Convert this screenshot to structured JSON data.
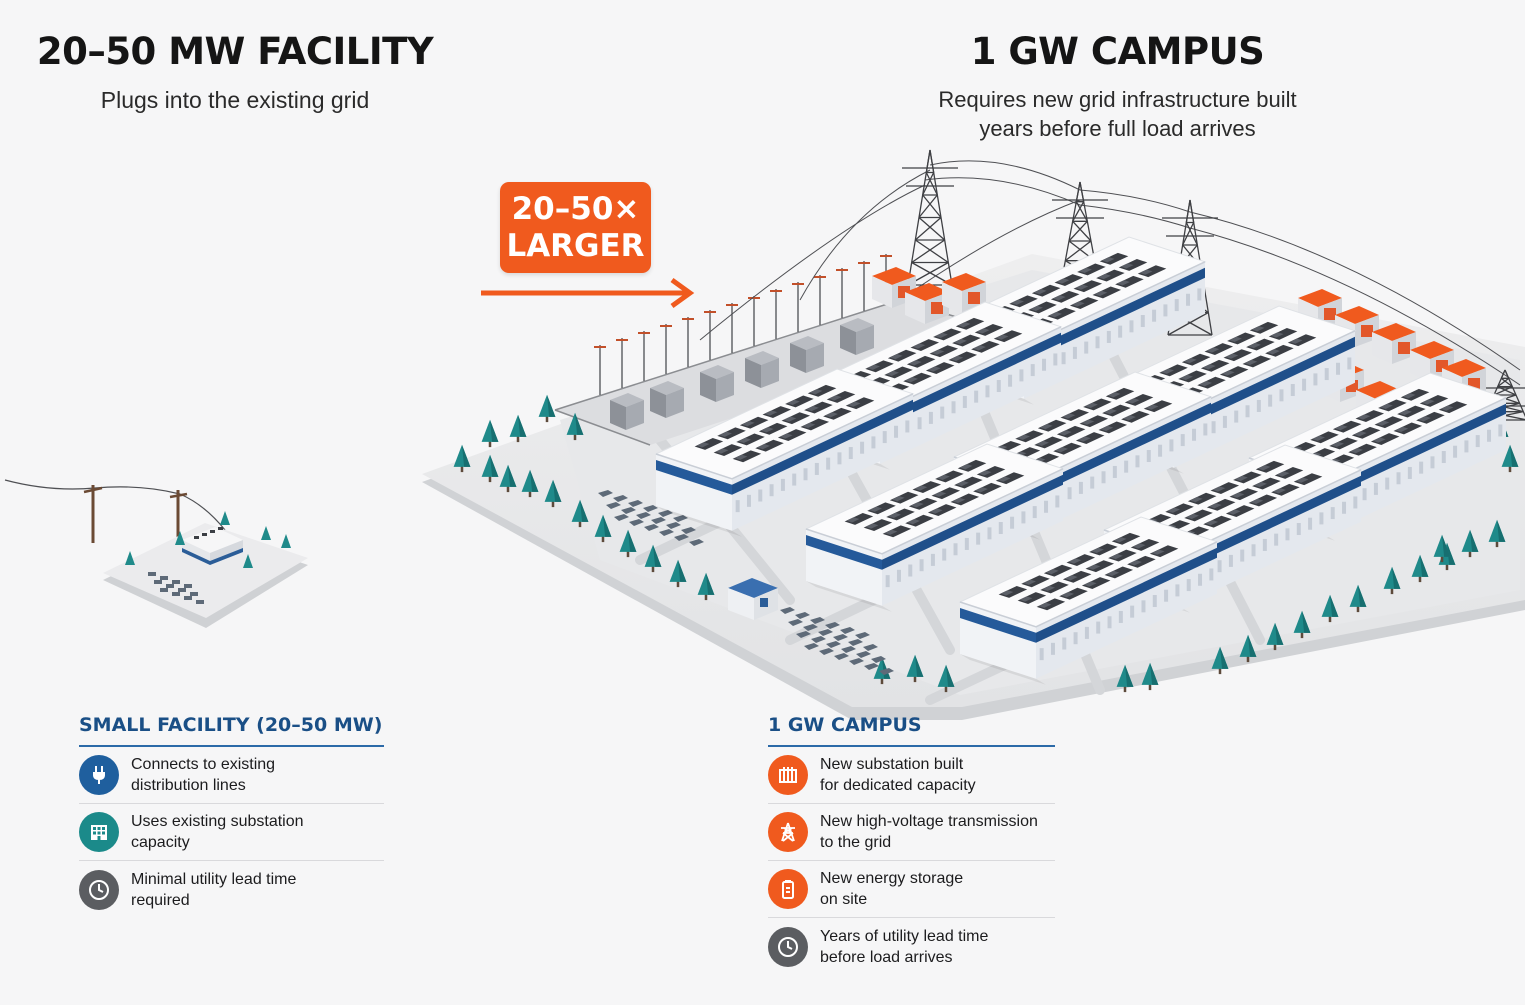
{
  "left": {
    "title": "20–50 MW FACILITY",
    "subtitle": "Plugs into the existing grid"
  },
  "right": {
    "title": "1 GW CAMPUS",
    "subtitle_line1": "Requires new grid infrastructure built",
    "subtitle_line2": "years before full load arrives"
  },
  "badge": {
    "line1": "20–50×",
    "line2": "LARGER"
  },
  "small_panel": {
    "title": "SMALL FACILITY (20–50 MW)",
    "items": [
      {
        "line1": "Connects to existing",
        "line2": "distribution lines",
        "icon": "plug-icon",
        "color": "#1f5f9e"
      },
      {
        "line1": "Uses existing substation",
        "line2": "capacity",
        "icon": "building-icon",
        "color": "#1b8a8a"
      },
      {
        "line1": "Minimal utility lead time",
        "line2": "required",
        "icon": "clock-icon",
        "color": "#5b5d61"
      }
    ]
  },
  "campus_panel": {
    "title": "1 GW CAMPUS",
    "items": [
      {
        "line1": "New substation built",
        "line2": "for dedicated capacity",
        "icon": "substation-icon",
        "color": "#f05a1e"
      },
      {
        "line1": "New high-voltage transmission",
        "line2": "to the grid",
        "icon": "transmission-tower-icon",
        "color": "#f05a1e"
      },
      {
        "line1": "New energy storage",
        "line2": "on site",
        "icon": "battery-icon",
        "color": "#f05a1e"
      },
      {
        "line1": "Years of utility lead time",
        "line2": "before load arrives",
        "icon": "clock-icon",
        "color": "#5b5d61"
      }
    ]
  },
  "colors": {
    "accent_orange": "#f05a1e",
    "accent_blue": "#1f5f9e",
    "tree_teal": "#1f8a8a"
  }
}
